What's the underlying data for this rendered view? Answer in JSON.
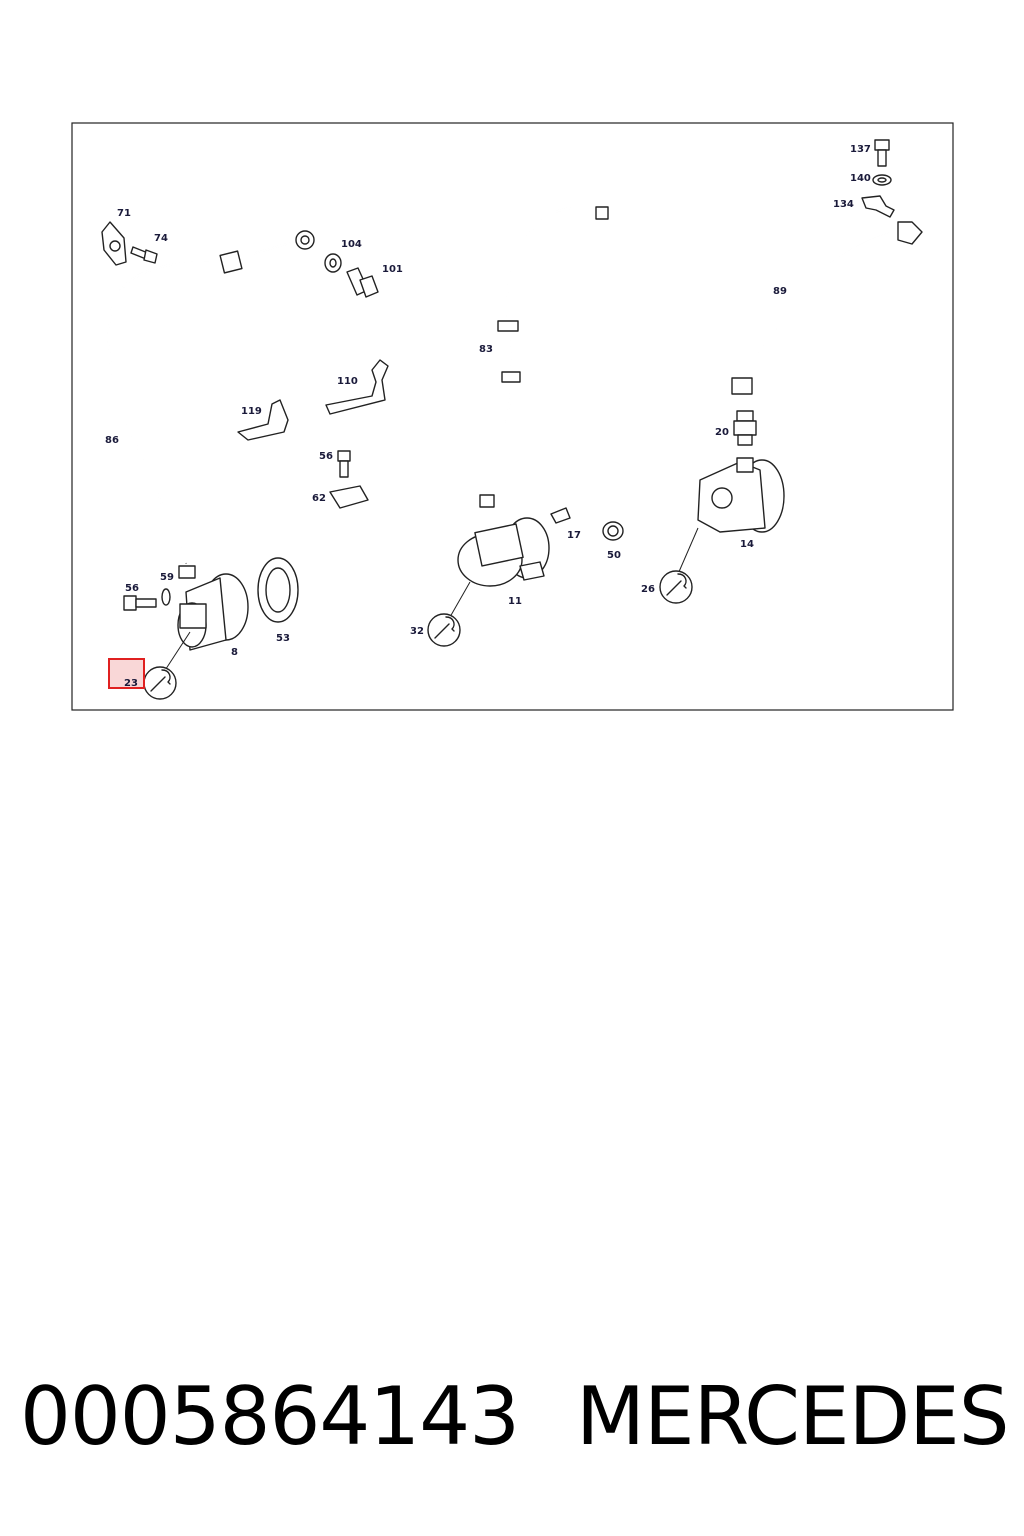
{
  "diagram": {
    "labels": {
      "l71": "71",
      "l74": "74",
      "l104": "104",
      "l101": "101",
      "l86": "86",
      "l110": "110",
      "l119": "119",
      "l56a": "56",
      "l62": "62",
      "l56b": "56",
      "l59": "59",
      "l8": "8",
      "l53": "53",
      "l23": "23",
      "l83": "83",
      "l17": "17",
      "l50": "50",
      "l11": "11",
      "l32": "32",
      "l137": "137",
      "l140": "140",
      "l134": "134",
      "l89": "89",
      "l20": "20",
      "l14": "14",
      "l26": "26"
    },
    "highlighted_callout": "23",
    "highlight_color": "#e02020"
  },
  "footer": {
    "part_number": "0005864143",
    "brand": "MERCEDES"
  }
}
